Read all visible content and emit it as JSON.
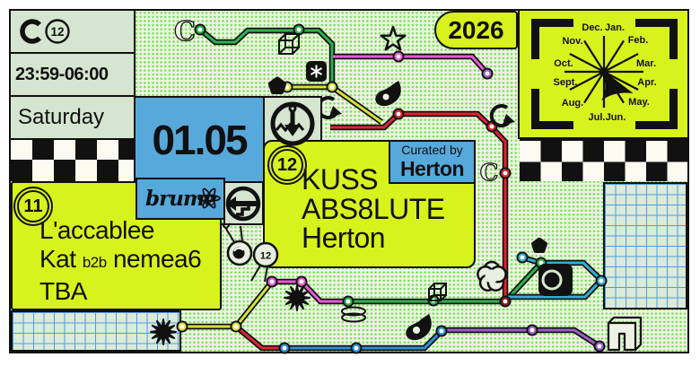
{
  "brand": {
    "name": "C12",
    "logo_number": "12"
  },
  "event": {
    "time": "23:59-06:00",
    "day": "Saturday",
    "date": "01.05",
    "year": "2026"
  },
  "calendar": {
    "months": [
      "Dec.",
      "Jan.",
      "Feb.",
      "Mar.",
      "Apr.",
      "May.",
      "Jun.",
      "Jul.",
      "Aug.",
      "Sept.",
      "Oct.",
      "Nov."
    ],
    "pointer_month": "May."
  },
  "room_12": {
    "number": "12",
    "curated_by": "Curated by",
    "curator": "Herton",
    "lineup": [
      "KUSS",
      "ABS8LUTE",
      "Herton"
    ]
  },
  "room_11": {
    "number": "11",
    "line1": "L'accablee",
    "line2_a": "Kat",
    "line2_b": "b2b",
    "line2_c": "nemea6",
    "line3": "TBA"
  },
  "partner": {
    "name": "brume"
  },
  "doodles": {
    "c_glyph": "C",
    "bug_number": "12"
  },
  "colors": {
    "chartreuse": "#d8f21d",
    "mint": "#d5e5d0",
    "blue": "#57a9dc",
    "black": "#111111",
    "line_green": "#2eb34d",
    "line_red": "#e02430",
    "line_magenta": "#e959d8",
    "line_yellow": "#d8e23c",
    "line_blue": "#2e8fd2",
    "line_cyan": "#2fb0d6",
    "line_purple": "#a05ccc"
  },
  "icons": [
    "c12-logo-icon",
    "star-icon",
    "cube-icon",
    "asterisk-icon",
    "pentagon-icon",
    "rotate-arrow-icon",
    "note-blob-icon",
    "pin-blob-icon",
    "sunburst-icon",
    "flower-outline-icon",
    "camera-icon",
    "tunnel-icon",
    "ellipse-stack-icon",
    "anchor-circle-icon",
    "arrow-circle-icon",
    "bug-doodle-icon",
    "c-outline-icon",
    "metro-station",
    "checker-pattern",
    "dot-grid-pattern",
    "graph-paper-pattern",
    "month-wheel"
  ]
}
